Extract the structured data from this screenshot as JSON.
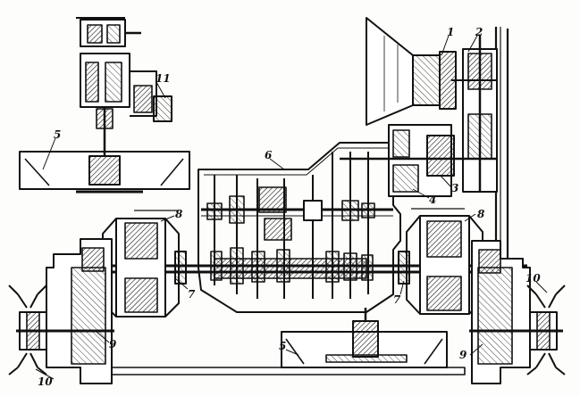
{
  "labels": {
    "n1": "1",
    "n2": "2",
    "n3": "3",
    "n4": "4",
    "n5a": "5",
    "n5b": "5",
    "n6": "6",
    "n7a": "7",
    "n7b": "7",
    "n8a": "8",
    "n8b": "8",
    "n9a": "9",
    "n9b": "9",
    "n10a": "10",
    "n10b": "10",
    "n11": "11"
  }
}
